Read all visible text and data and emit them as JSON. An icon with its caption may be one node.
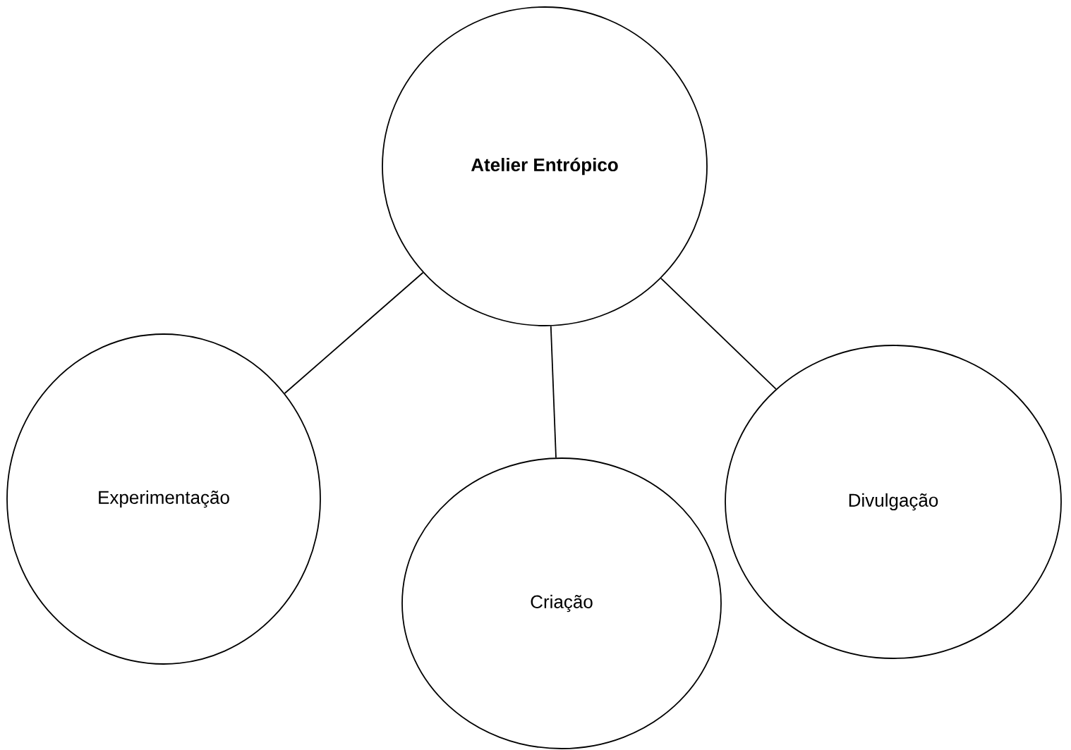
{
  "diagram": {
    "nodes": [
      {
        "text": [
          "**Atelier Entrópico**"
        ]
      },
      {
        "text": [
          "Experimentação"
        ]
      },
      {
        "text": [
          "Criação"
        ]
      },
      {
        "text": [
          "Divulgação"
        ]
      }
    ],
    "edges": [
      {
        "from": 0,
        "to": 1,
        "arrow": "none"
      },
      {
        "from": 0,
        "to": 2,
        "arrow": "none"
      },
      {
        "from": 0,
        "to": 3,
        "arrow": "none"
      }
    ]
  }
}
